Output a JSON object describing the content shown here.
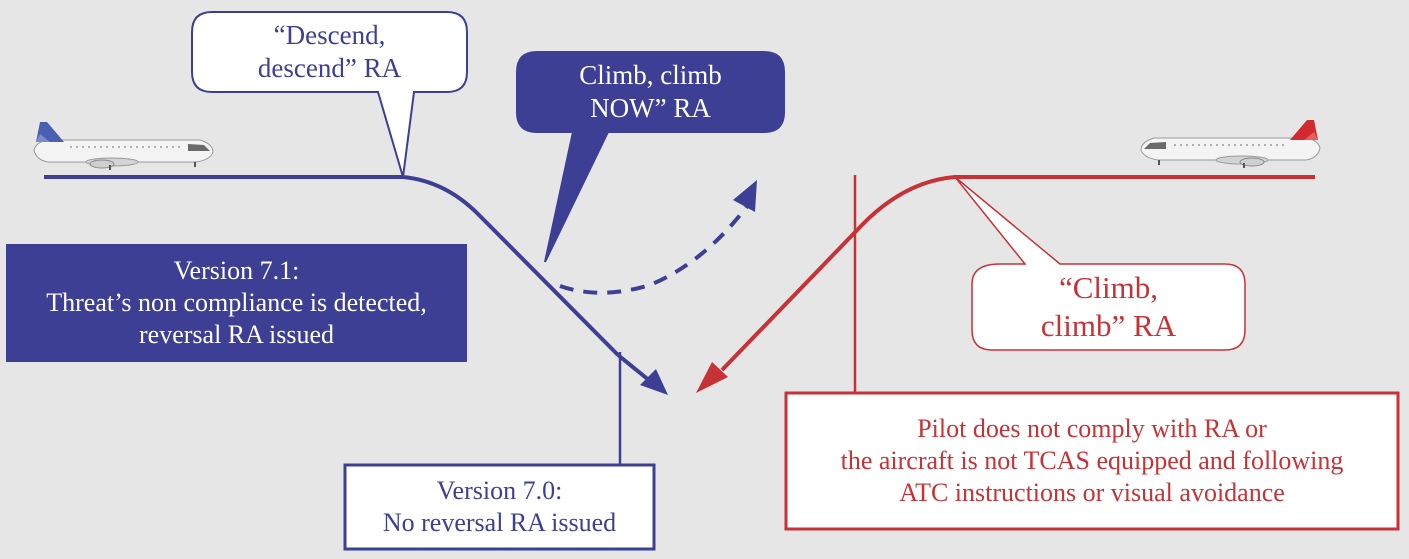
{
  "callouts": {
    "descend": {
      "line1": "“Descend,",
      "line2": "descend” RA"
    },
    "climb_now": {
      "line1": "Climb, climb",
      "line2": "NOW” RA"
    },
    "climb": {
      "line1": "“Climb,",
      "line2": "climb” RA"
    }
  },
  "boxes": {
    "v71": {
      "line1": "Version 7.1:",
      "line2": "Threat’s non compliance is detected,",
      "line3": "reversal RA issued"
    },
    "v70": {
      "line1": "Version 7.0:",
      "line2": "No reversal RA issued"
    },
    "pilot": {
      "line1": "Pilot does not comply with RA or",
      "line2": "the aircraft is not TCAS equipped and following",
      "line3": "ATC instructions or visual avoidance"
    }
  },
  "colors": {
    "background": "#e6e6e6",
    "blue": "#3d3f95",
    "red": "#c73236",
    "white": "#ffffff",
    "fuselage": "#f4f4f4"
  }
}
